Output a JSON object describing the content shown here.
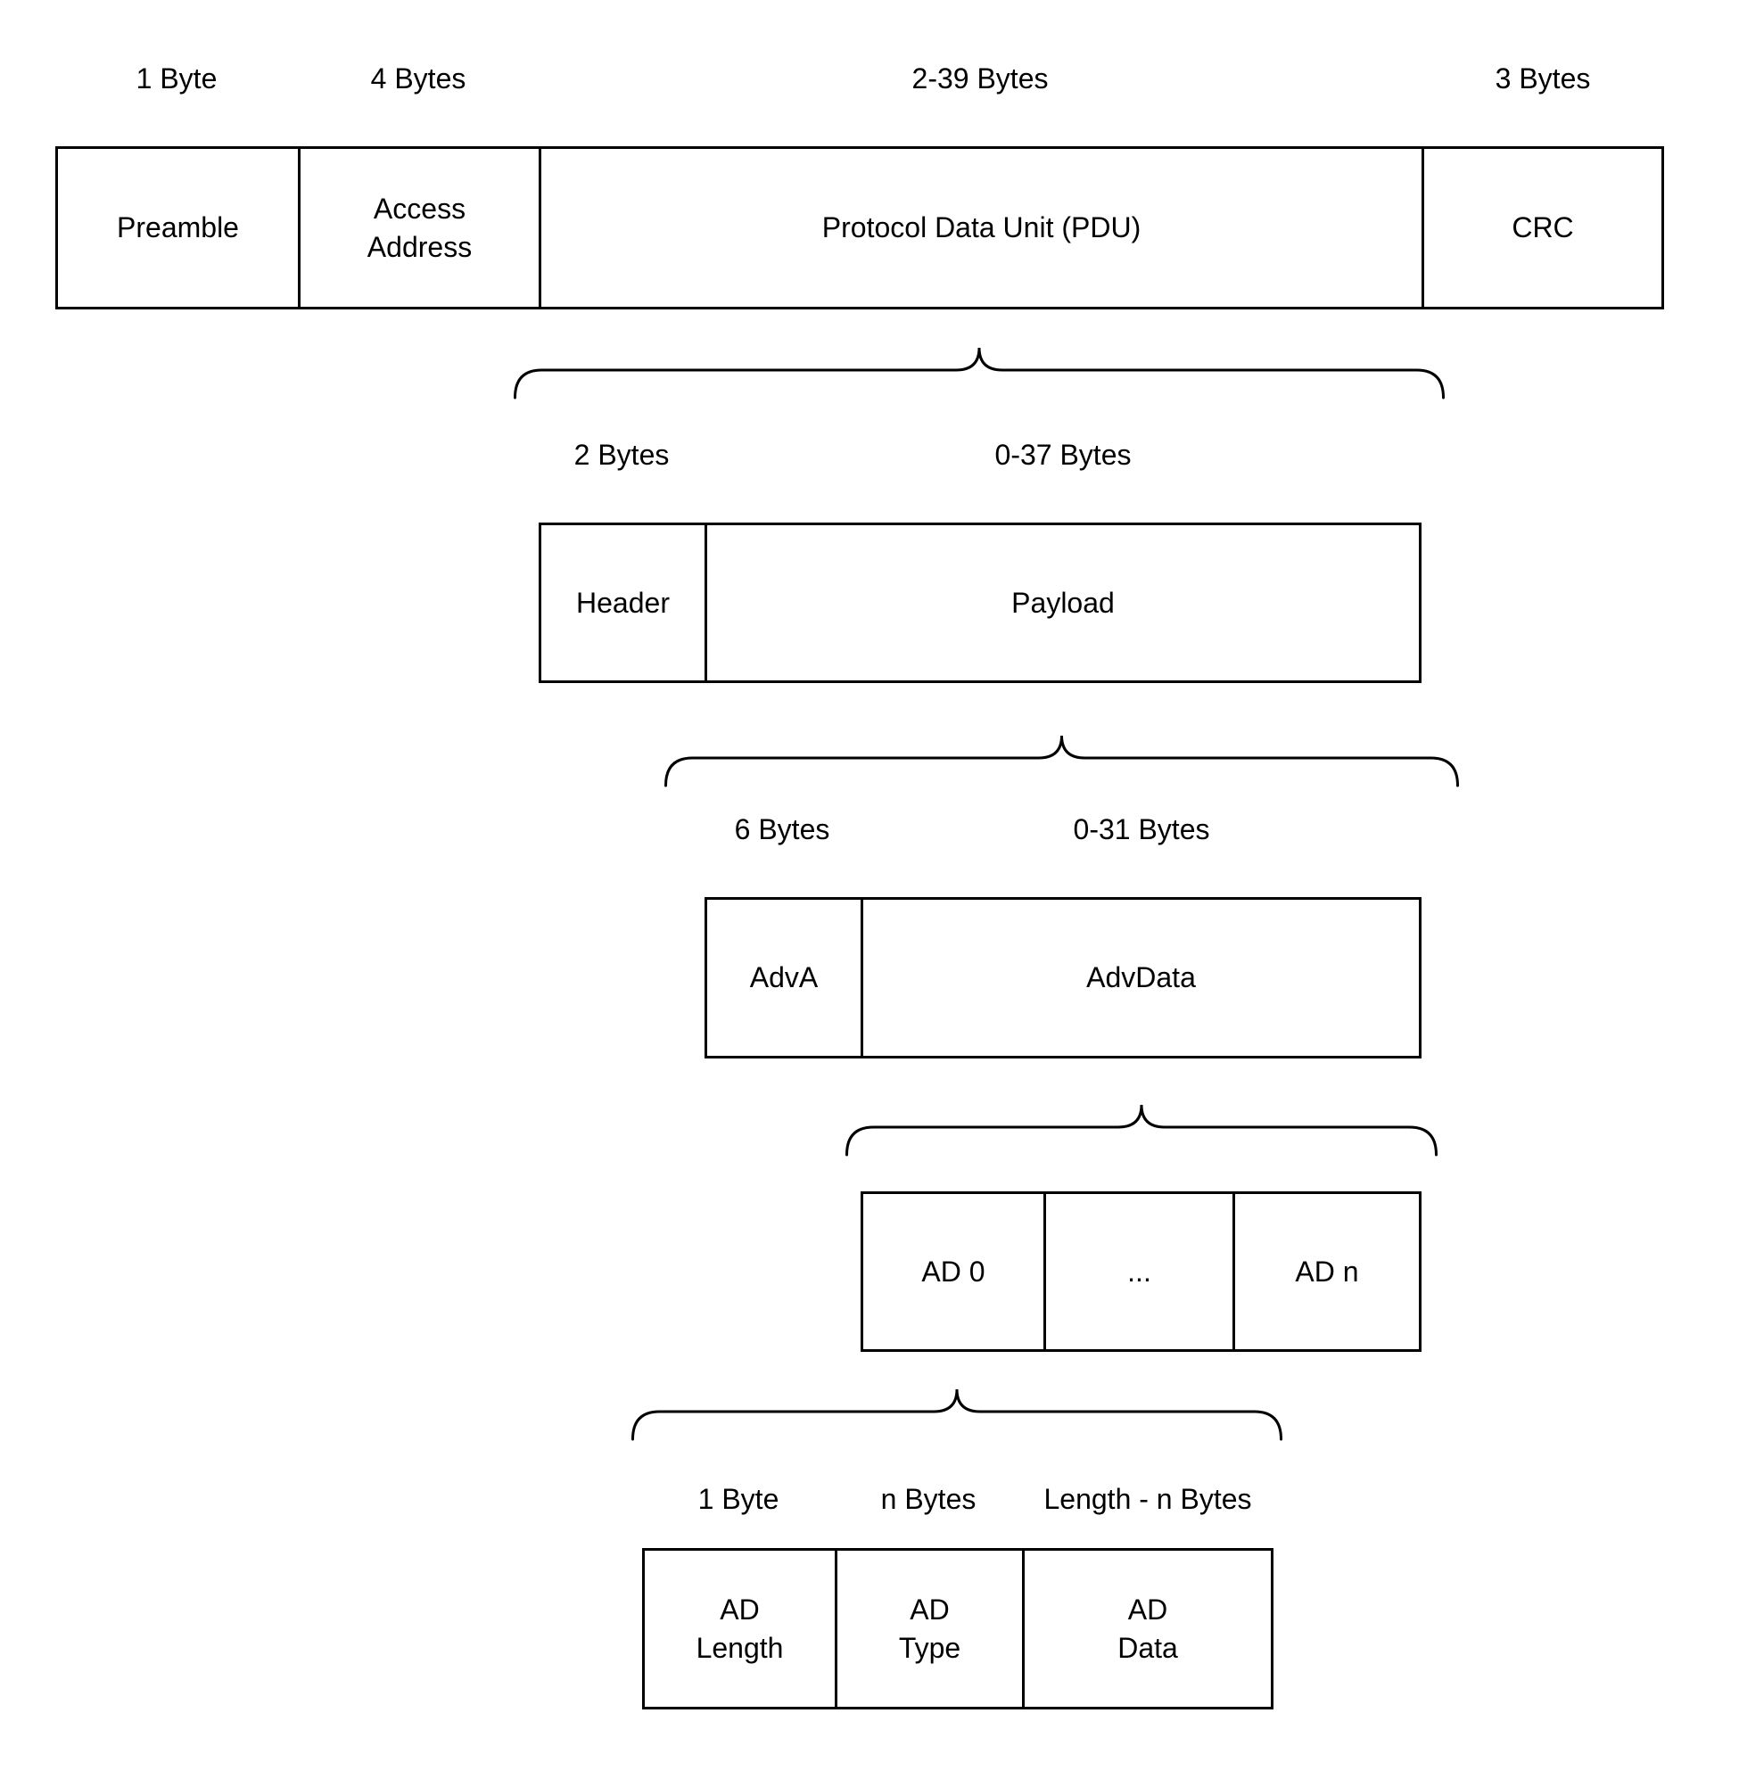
{
  "diagram": {
    "subject": "Bluetooth LE advertising packet structure",
    "colors": {
      "background": "#ffffff",
      "line": "#000000",
      "text": "#000000"
    },
    "levels": [
      {
        "name": "packet",
        "sizes": [
          "1 Byte",
          "4 Bytes",
          "2-39 Bytes",
          "3 Bytes"
        ],
        "fields": [
          "Preamble",
          "Access\nAddress",
          "Protocol Data Unit (PDU)",
          "CRC"
        ]
      },
      {
        "name": "pdu",
        "sizes": [
          "2 Bytes",
          "0-37 Bytes"
        ],
        "fields": [
          "Header",
          "Payload"
        ]
      },
      {
        "name": "payload",
        "sizes": [
          "6 Bytes",
          "0-31 Bytes"
        ],
        "fields": [
          "AdvA",
          "AdvData"
        ]
      },
      {
        "name": "advdata",
        "sizes": [],
        "fields": [
          "AD 0",
          "...",
          "AD n"
        ]
      },
      {
        "name": "ad-structure",
        "sizes": [
          "1 Byte",
          "n Bytes",
          "Length - n Bytes"
        ],
        "fields": [
          "AD\nLength",
          "AD\nType",
          "AD\nData"
        ]
      }
    ]
  }
}
